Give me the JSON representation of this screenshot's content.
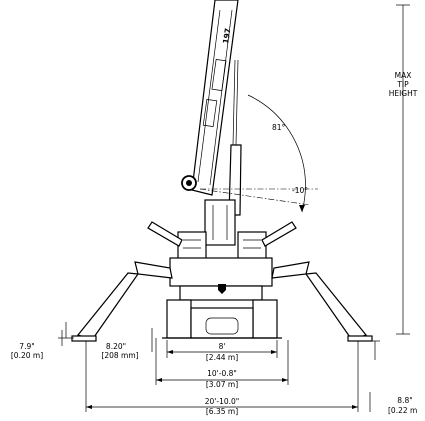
{
  "diagram": {
    "boom_text": "197",
    "angles": {
      "up": "81°",
      "down": "-10°"
    },
    "max_tip_height": [
      "MAX",
      "TIP",
      "HEIGHT"
    ],
    "dims": {
      "outrigger_height_imperial": "7.9\"",
      "outrigger_height_metric": "[0.20 m]",
      "pad_offset_imperial": "8.20\"",
      "pad_offset_metric": "[208 mm]",
      "track_width_imperial": "8'",
      "track_width_metric": "[2.44 m]",
      "outer_width_imperial": "10'-0.8\"",
      "outer_width_metric": "[3.07 m]",
      "spread_imperial": "20'-10.0\"",
      "spread_metric": "[6.35 m]",
      "ground_clearance_imperial": "8.8\"",
      "ground_clearance_metric": "[0.22 m"
    }
  }
}
